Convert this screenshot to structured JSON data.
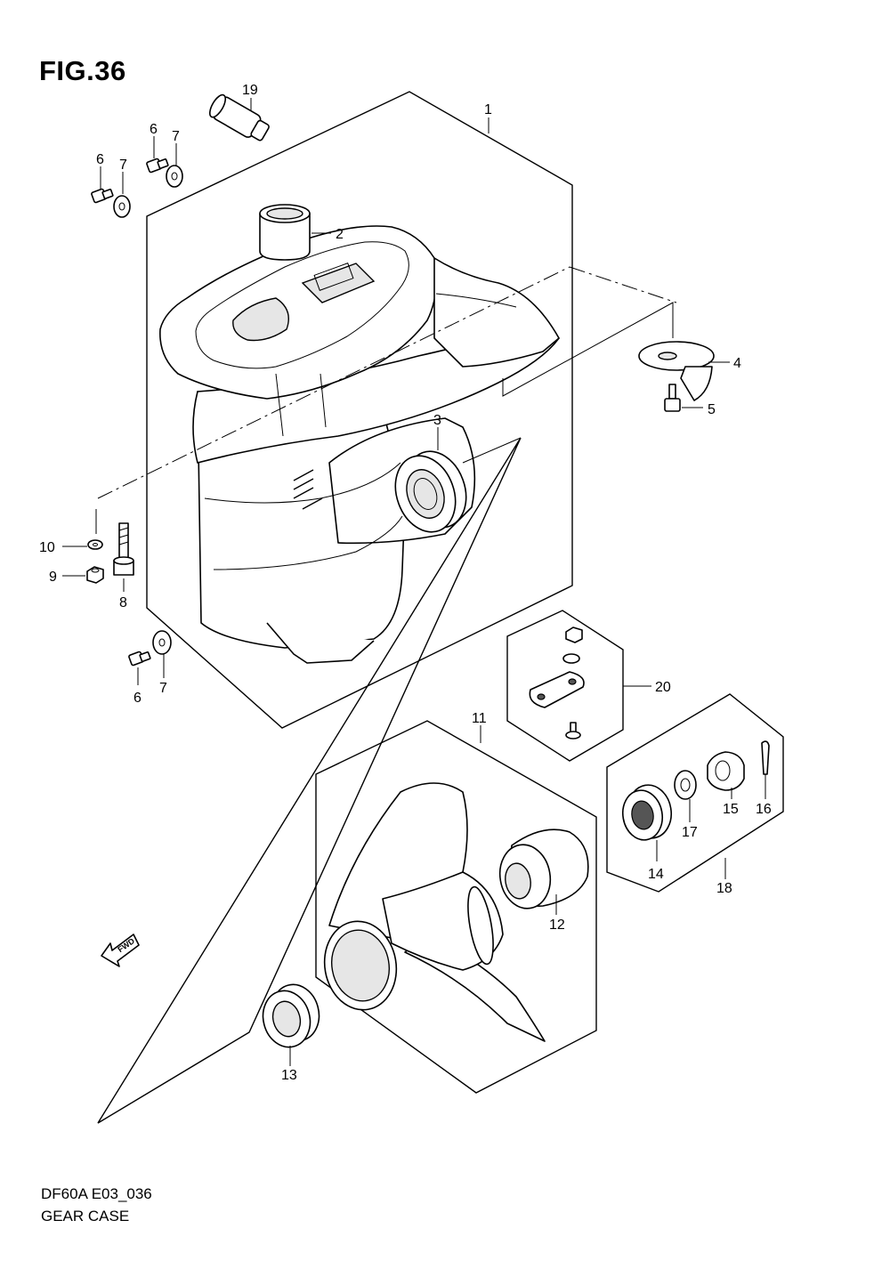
{
  "figure": {
    "title": "FIG.36",
    "code": "DF60A E03_036",
    "name": "GEAR CASE",
    "fwd_label": "FWD"
  },
  "callouts": [
    {
      "id": "c1",
      "label": "1"
    },
    {
      "id": "c2",
      "label": "2"
    },
    {
      "id": "c3",
      "label": "3"
    },
    {
      "id": "c4",
      "label": "4"
    },
    {
      "id": "c5",
      "label": "5"
    },
    {
      "id": "c6a",
      "label": "6"
    },
    {
      "id": "c6b",
      "label": "6"
    },
    {
      "id": "c6c",
      "label": "6"
    },
    {
      "id": "c7a",
      "label": "7"
    },
    {
      "id": "c7b",
      "label": "7"
    },
    {
      "id": "c7c",
      "label": "7"
    },
    {
      "id": "c8",
      "label": "8"
    },
    {
      "id": "c9",
      "label": "9"
    },
    {
      "id": "c10",
      "label": "10"
    },
    {
      "id": "c11",
      "label": "11"
    },
    {
      "id": "c12",
      "label": "12"
    },
    {
      "id": "c13",
      "label": "13"
    },
    {
      "id": "c14",
      "label": "14"
    },
    {
      "id": "c15",
      "label": "15"
    },
    {
      "id": "c16",
      "label": "16"
    },
    {
      "id": "c17",
      "label": "17"
    },
    {
      "id": "c18",
      "label": "18"
    },
    {
      "id": "c19",
      "label": "19"
    },
    {
      "id": "c20",
      "label": "20"
    }
  ]
}
